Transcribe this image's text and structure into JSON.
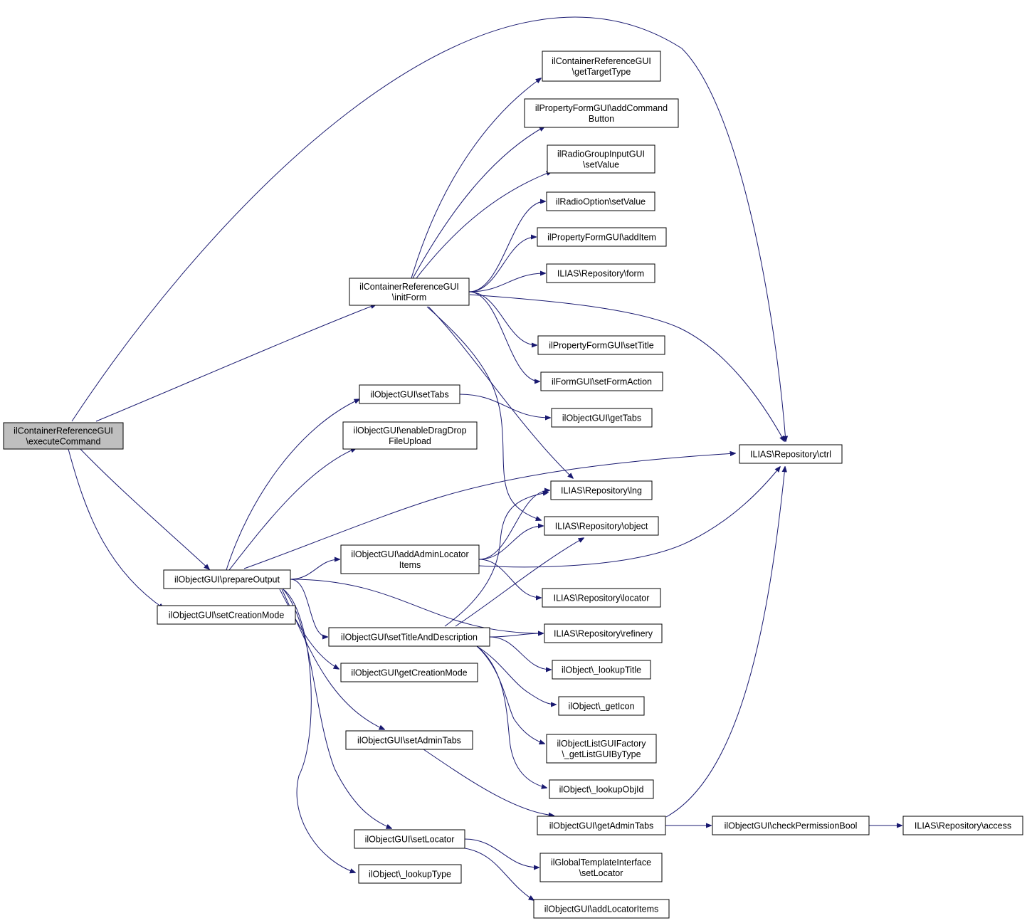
{
  "diagram": {
    "colors": {
      "edge": "#191970",
      "root_fill": "#bfbfbf",
      "node_fill": "#ffffff"
    },
    "nodes": [
      {
        "id": "execute",
        "lines": [
          "ilContainerReferenceGUI",
          "\\executeCommand"
        ]
      },
      {
        "id": "initForm",
        "lines": [
          "ilContainerReferenceGUI",
          "\\initForm"
        ]
      },
      {
        "id": "getTargetType",
        "lines": [
          "ilContainerReferenceGUI",
          "\\getTargetType"
        ]
      },
      {
        "id": "addCommandButton",
        "lines": [
          "ilPropertyFormGUI\\addCommand",
          "Button"
        ]
      },
      {
        "id": "radioGroupSetValue",
        "lines": [
          "ilRadioGroupInputGUI",
          "\\setValue"
        ]
      },
      {
        "id": "radioOptionSetValue",
        "lines": [
          "ilRadioOption\\setValue"
        ]
      },
      {
        "id": "addItem",
        "lines": [
          "ilPropertyFormGUI\\addItem"
        ]
      },
      {
        "id": "repoForm",
        "lines": [
          "ILIAS\\Repository\\form"
        ]
      },
      {
        "id": "setTitle",
        "lines": [
          "ilPropertyFormGUI\\setTitle"
        ]
      },
      {
        "id": "setFormAction",
        "lines": [
          "ilFormGUI\\setFormAction"
        ]
      },
      {
        "id": "setTabs",
        "lines": [
          "ilObjectGUI\\setTabs"
        ]
      },
      {
        "id": "getTabs",
        "lines": [
          "ilObjectGUI\\getTabs"
        ]
      },
      {
        "id": "enableDragDrop",
        "lines": [
          "ilObjectGUI\\enableDragDrop",
          "FileUpload"
        ]
      },
      {
        "id": "repoCtrl",
        "lines": [
          "ILIAS\\Repository\\ctrl"
        ]
      },
      {
        "id": "repoLng",
        "lines": [
          "ILIAS\\Repository\\lng"
        ]
      },
      {
        "id": "repoObject",
        "lines": [
          "ILIAS\\Repository\\object"
        ]
      },
      {
        "id": "addAdminLocator",
        "lines": [
          "ilObjectGUI\\addAdminLocator",
          "Items"
        ]
      },
      {
        "id": "prepareOutput",
        "lines": [
          "ilObjectGUI\\prepareOutput"
        ]
      },
      {
        "id": "setCreationMode",
        "lines": [
          "ilObjectGUI\\setCreationMode"
        ]
      },
      {
        "id": "repoLocator",
        "lines": [
          "ILIAS\\Repository\\locator"
        ]
      },
      {
        "id": "setTitleAndDescription",
        "lines": [
          "ilObjectGUI\\setTitleAndDescription"
        ]
      },
      {
        "id": "repoRefinery",
        "lines": [
          "ILIAS\\Repository\\refinery"
        ]
      },
      {
        "id": "getCreationMode",
        "lines": [
          "ilObjectGUI\\getCreationMode"
        ]
      },
      {
        "id": "lookupTitle",
        "lines": [
          "ilObject\\_lookupTitle"
        ]
      },
      {
        "id": "getIcon",
        "lines": [
          "ilObject\\_getIcon"
        ]
      },
      {
        "id": "setAdminTabs",
        "lines": [
          "ilObjectGUI\\setAdminTabs"
        ]
      },
      {
        "id": "getListGUIByType",
        "lines": [
          "ilObjectListGUIFactory",
          "\\_getListGUIByType"
        ]
      },
      {
        "id": "lookupObjId",
        "lines": [
          "ilObject\\_lookupObjId"
        ]
      },
      {
        "id": "getAdminTabs",
        "lines": [
          "ilObjectGUI\\getAdminTabs"
        ]
      },
      {
        "id": "checkPermissionBool",
        "lines": [
          "ilObjectGUI\\checkPermissionBool"
        ]
      },
      {
        "id": "repoAccess",
        "lines": [
          "ILIAS\\Repository\\access"
        ]
      },
      {
        "id": "setLocator",
        "lines": [
          "ilObjectGUI\\setLocator"
        ]
      },
      {
        "id": "globalTplSetLocator",
        "lines": [
          "ilGlobalTemplateInterface",
          "\\setLocator"
        ]
      },
      {
        "id": "lookupType",
        "lines": [
          "ilObject\\_lookupType"
        ]
      },
      {
        "id": "addLocatorItems",
        "lines": [
          "ilObjectGUI\\addLocatorItems"
        ]
      }
    ],
    "edges": [
      [
        "execute",
        "repoCtrl"
      ],
      [
        "execute",
        "initForm"
      ],
      [
        "execute",
        "prepareOutput"
      ],
      [
        "execute",
        "setCreationMode"
      ],
      [
        "initForm",
        "getTargetType"
      ],
      [
        "initForm",
        "addCommandButton"
      ],
      [
        "initForm",
        "radioGroupSetValue"
      ],
      [
        "initForm",
        "radioOptionSetValue"
      ],
      [
        "initForm",
        "addItem"
      ],
      [
        "initForm",
        "repoForm"
      ],
      [
        "initForm",
        "repoCtrl"
      ],
      [
        "initForm",
        "setTitle"
      ],
      [
        "initForm",
        "setFormAction"
      ],
      [
        "initForm",
        "repoLng"
      ],
      [
        "initForm",
        "repoObject"
      ],
      [
        "setTabs",
        "getTabs"
      ],
      [
        "prepareOutput",
        "setTabs"
      ],
      [
        "prepareOutput",
        "enableDragDrop"
      ],
      [
        "prepareOutput",
        "repoCtrl"
      ],
      [
        "prepareOutput",
        "addAdminLocator"
      ],
      [
        "prepareOutput",
        "setTitleAndDescription"
      ],
      [
        "prepareOutput",
        "repoRefinery"
      ],
      [
        "prepareOutput",
        "getCreationMode"
      ],
      [
        "prepareOutput",
        "setAdminTabs"
      ],
      [
        "prepareOutput",
        "setLocator"
      ],
      [
        "prepareOutput",
        "lookupType"
      ],
      [
        "addAdminLocator",
        "repoLng"
      ],
      [
        "addAdminLocator",
        "repoObject"
      ],
      [
        "addAdminLocator",
        "repoCtrl"
      ],
      [
        "addAdminLocator",
        "repoLocator"
      ],
      [
        "setTitleAndDescription",
        "repoLng"
      ],
      [
        "setTitleAndDescription",
        "repoObject"
      ],
      [
        "setTitleAndDescription",
        "repoRefinery"
      ],
      [
        "setTitleAndDescription",
        "lookupTitle"
      ],
      [
        "setTitleAndDescription",
        "getIcon"
      ],
      [
        "setTitleAndDescription",
        "getListGUIByType"
      ],
      [
        "setTitleAndDescription",
        "lookupObjId"
      ],
      [
        "setAdminTabs",
        "getAdminTabs"
      ],
      [
        "getAdminTabs",
        "checkPermissionBool"
      ],
      [
        "getAdminTabs",
        "repoCtrl"
      ],
      [
        "checkPermissionBool",
        "repoAccess"
      ],
      [
        "setLocator",
        "globalTplSetLocator"
      ],
      [
        "setLocator",
        "addLocatorItems"
      ]
    ]
  }
}
